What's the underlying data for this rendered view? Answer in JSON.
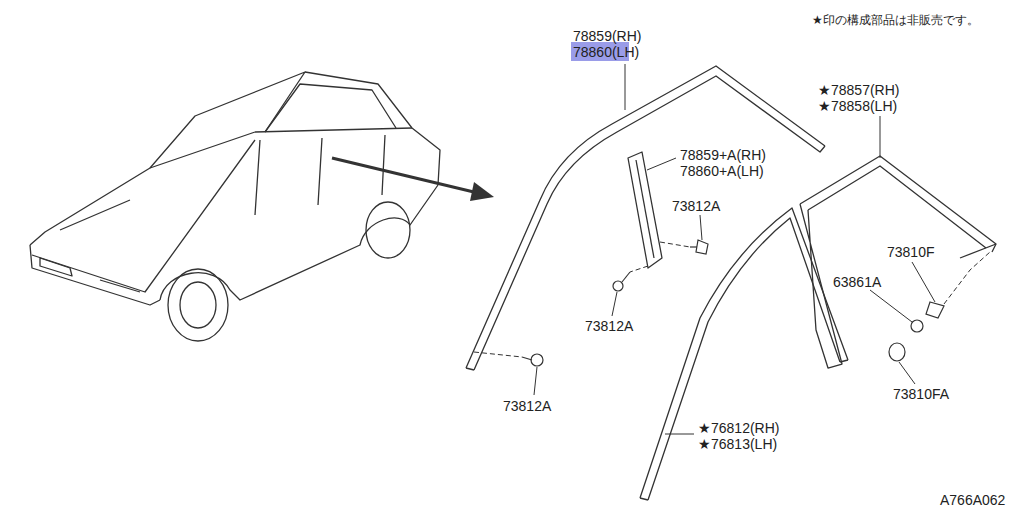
{
  "diagram": {
    "labels": [
      "★印の構成部品は非販売です。",
      "78859(RH)",
      "78860(LH)",
      "★78857(RH)",
      "★78858(LH)",
      "78859+A(RH)",
      "78860+A(LH)",
      "73812A",
      "73810F",
      "63861A",
      "73812A",
      "73810FA",
      "73812A",
      "★76812(RH)",
      "★76813(LH)",
      "A766A062"
    ]
  }
}
